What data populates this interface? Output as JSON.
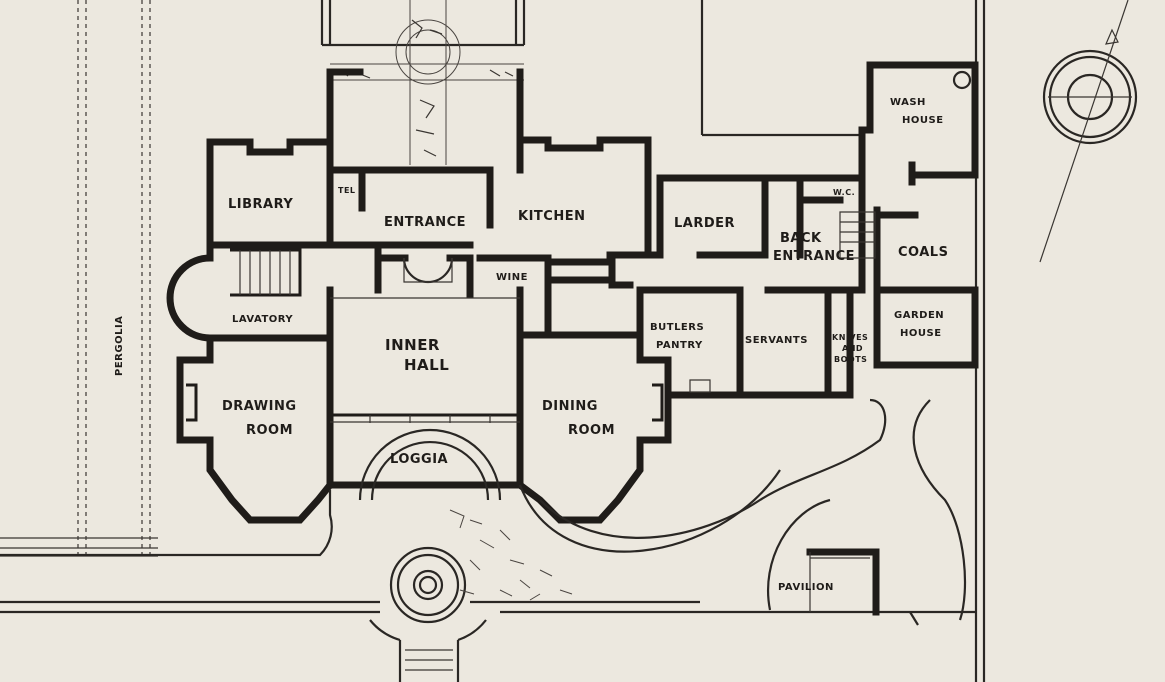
{
  "rooms": {
    "library": "LIBRARY",
    "tel": "TEL",
    "entrance": "ENTRANCE",
    "kitchen": "KITCHEN",
    "larder": "LARDER",
    "wash_house_1": "WASH",
    "wash_house_2": "HOUSE",
    "wc": "W.C.",
    "back_entrance_1": "BACK",
    "back_entrance_2": "ENTRANCE",
    "coals": "COALS",
    "wine": "WINE",
    "lavatory": "LAVATORY",
    "inner_hall_1": "INNER",
    "inner_hall_2": "HALL",
    "butlers_pantry_1": "BUTLERS",
    "butlers_pantry_2": "PANTRY",
    "servants": "SERVANTS",
    "knives_1": "KNIVES",
    "knives_2": "AND",
    "knives_3": "BOOTS",
    "garden_house_1": "GARDEN",
    "garden_house_2": "HOUSE",
    "drawing_room_1": "DRAWING",
    "drawing_room_2": "ROOM",
    "dining_room_1": "DINING",
    "dining_room_2": "ROOM",
    "loggia": "LOGGIA",
    "pavilion": "PAVILION",
    "pergolia": "PERGOLIA"
  },
  "colors": {
    "paper": "#ece8df",
    "ink": "#1f1c19"
  }
}
